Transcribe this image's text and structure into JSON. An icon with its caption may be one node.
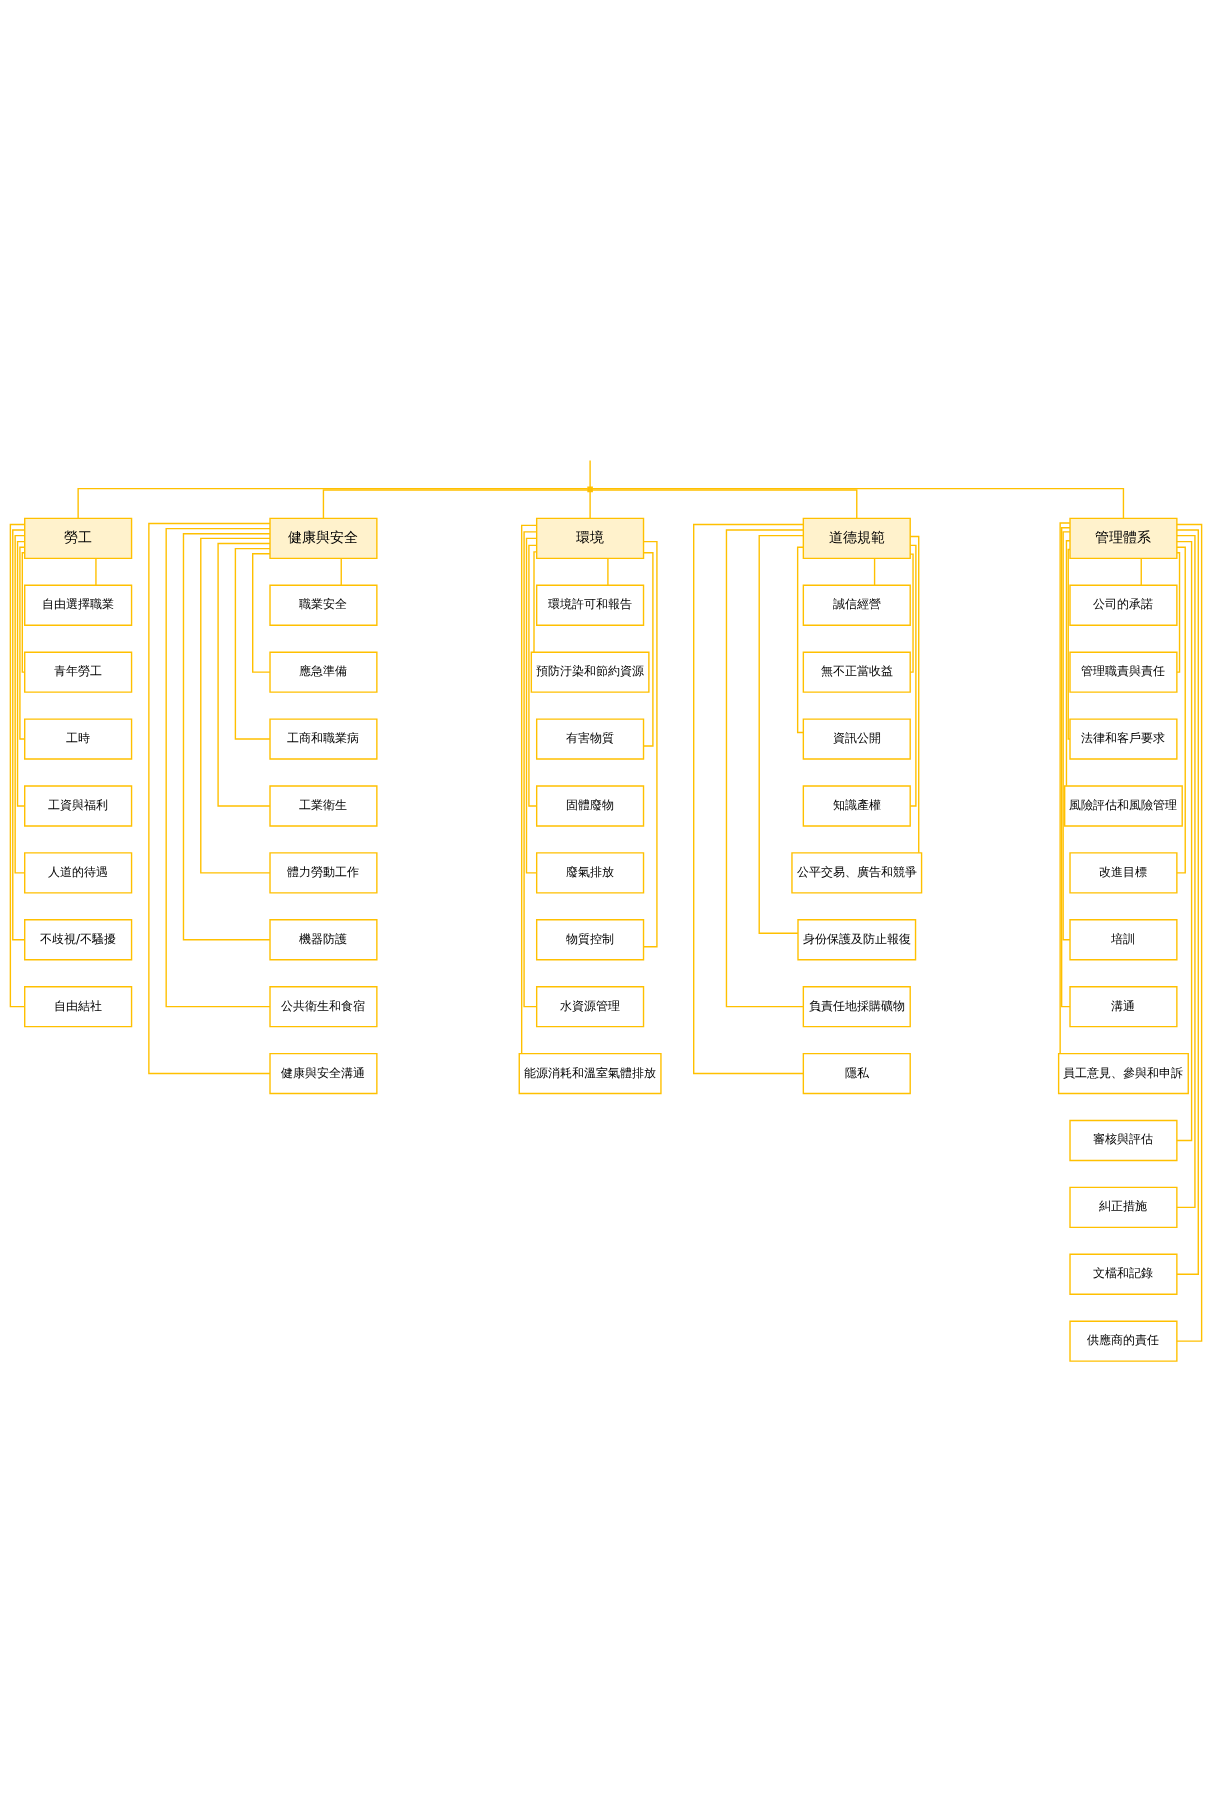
{
  "diagram": {
    "nodes": [
      {
        "text": [
          "勞工"
        ]
      },
      {
        "text": [
          "健康與安全"
        ]
      },
      {
        "text": [
          "環境"
        ]
      },
      {
        "text": [
          "道德規範"
        ]
      },
      {
        "text": [
          "管理體系"
        ]
      },
      {
        "text": [
          "自由選擇職業"
        ]
      },
      {
        "text": [
          "青年勞工"
        ]
      },
      {
        "text": [
          "工時"
        ]
      },
      {
        "text": [
          "工資與福利"
        ]
      },
      {
        "text": [
          "人道的待遇"
        ]
      },
      {
        "text": [
          "不歧視/不騷擾"
        ]
      },
      {
        "text": [
          "自由結社"
        ]
      },
      {
        "text": [
          "職業安全"
        ]
      },
      {
        "text": [
          "應急準備"
        ]
      },
      {
        "text": [
          "工商和職業病"
        ]
      },
      {
        "text": [
          "工業衛生"
        ]
      },
      {
        "text": [
          "體力勞動工作"
        ]
      },
      {
        "text": [
          "機器防護"
        ]
      },
      {
        "text": [
          "公共衛生和食宿"
        ]
      },
      {
        "text": [
          "健康與安全溝通"
        ]
      },
      {
        "text": [
          "環境許可和報告"
        ]
      },
      {
        "text": [
          "預防汙染和節約資源"
        ]
      },
      {
        "text": [
          "有害物質"
        ]
      },
      {
        "text": [
          "固體廢物"
        ]
      },
      {
        "text": [
          "廢氣排放"
        ]
      },
      {
        "text": [
          "物質控制"
        ]
      },
      {
        "text": [
          "水資源管理"
        ]
      },
      {
        "text": [
          "能源消耗和溫室氣體排放"
        ]
      },
      {
        "text": [
          "誠信經營"
        ]
      },
      {
        "text": [
          "無不正當收益"
        ]
      },
      {
        "text": [
          "資訊公開"
        ]
      },
      {
        "text": [
          "知識產權"
        ]
      },
      {
        "text": [
          "公平交易、廣告和競爭"
        ]
      },
      {
        "text": [
          "身份保護及防止報復"
        ]
      },
      {
        "text": [
          "負責任地採購礦物"
        ]
      },
      {
        "text": [
          "隱私"
        ]
      },
      {
        "text": [
          "公司的承諾"
        ]
      },
      {
        "text": [
          "管理職責與責任"
        ]
      },
      {
        "text": [
          "法律和客戶要求"
        ]
      },
      {
        "text": [
          "風險評估和風險管理"
        ]
      },
      {
        "text": [
          "改進目標"
        ]
      },
      {
        "text": [
          "培訓"
        ]
      },
      {
        "text": [
          "溝通"
        ]
      },
      {
        "text": [
          "員工意見、參與和申訴"
        ]
      },
      {
        "text": [
          "審核與評估"
        ]
      },
      {
        "text": [
          "糾正措施"
        ]
      },
      {
        "text": [
          "文檔和記錄"
        ]
      },
      {
        "text": [
          "供應商的責任"
        ]
      },
      {
        "text": [],
        "shape": "bar"
      }
    ],
    "edges": [
      {
        "from": null,
        "to": 48,
        "arrow": "none"
      },
      {
        "from": 48,
        "to": 0,
        "arrow": "none"
      },
      {
        "from": 48,
        "to": 1,
        "arrow": "none"
      },
      {
        "from": 48,
        "to": 2,
        "arrow": "none"
      },
      {
        "from": 48,
        "to": 3,
        "arrow": "none"
      },
      {
        "from": 48,
        "to": 4,
        "arrow": "none"
      },
      {
        "from": 0,
        "to": 5,
        "arrow": "none"
      },
      {
        "from": 0,
        "to": 6,
        "arrow": "none"
      },
      {
        "from": 0,
        "to": 7,
        "arrow": "none"
      },
      {
        "from": 0,
        "to": 8,
        "arrow": "none"
      },
      {
        "from": 0,
        "to": 9,
        "arrow": "none"
      },
      {
        "from": 0,
        "to": 10,
        "arrow": "none"
      },
      {
        "from": 0,
        "to": 11,
        "arrow": "none"
      },
      {
        "from": 1,
        "to": 12,
        "arrow": "none"
      },
      {
        "from": 1,
        "to": 13,
        "arrow": "none"
      },
      {
        "from": 1,
        "to": 14,
        "arrow": "none"
      },
      {
        "from": 1,
        "to": 15,
        "arrow": "none"
      },
      {
        "from": 1,
        "to": 16,
        "arrow": "none"
      },
      {
        "from": 1,
        "to": 17,
        "arrow": "none"
      },
      {
        "from": 1,
        "to": 18,
        "arrow": "none"
      },
      {
        "from": 1,
        "to": 19,
        "arrow": "none"
      },
      {
        "from": 2,
        "to": 20,
        "arrow": "none"
      },
      {
        "from": 2,
        "to": 21,
        "arrow": "none"
      },
      {
        "from": 2,
        "to": 22,
        "arrow": "none"
      },
      {
        "from": 2,
        "to": 23,
        "arrow": "none"
      },
      {
        "from": 2,
        "to": 24,
        "arrow": "none"
      },
      {
        "from": 2,
        "to": 25,
        "arrow": "none"
      },
      {
        "from": 2,
        "to": 26,
        "arrow": "none"
      },
      {
        "from": 2,
        "to": 27,
        "arrow": "none"
      },
      {
        "from": 3,
        "to": 28,
        "arrow": "none"
      },
      {
        "from": 3,
        "to": 29,
        "arrow": "none"
      },
      {
        "from": 3,
        "to": 30,
        "arrow": "none"
      },
      {
        "from": 3,
        "to": 31,
        "arrow": "none"
      },
      {
        "from": 3,
        "to": 32,
        "arrow": "none"
      },
      {
        "from": 3,
        "to": 33,
        "arrow": "none"
      },
      {
        "from": 3,
        "to": 34,
        "arrow": "none"
      },
      {
        "from": 3,
        "to": 35,
        "arrow": "none"
      },
      {
        "from": 4,
        "to": 36,
        "arrow": "none"
      },
      {
        "from": 4,
        "to": 37,
        "arrow": "none"
      },
      {
        "from": 4,
        "to": 38,
        "arrow": "none"
      },
      {
        "from": 4,
        "to": 39,
        "arrow": "none"
      },
      {
        "from": 4,
        "to": 40,
        "arrow": "none"
      },
      {
        "from": 4,
        "to": 41,
        "arrow": "none"
      },
      {
        "from": 4,
        "to": 42,
        "arrow": "none"
      },
      {
        "from": 4,
        "to": 43,
        "arrow": "none"
      },
      {
        "from": 4,
        "to": 44,
        "arrow": "none"
      },
      {
        "from": 4,
        "to": 45,
        "arrow": "none"
      },
      {
        "from": 4,
        "to": 46,
        "arrow": "none"
      },
      {
        "from": 4,
        "to": 47,
        "arrow": "none"
      }
    ]
  }
}
